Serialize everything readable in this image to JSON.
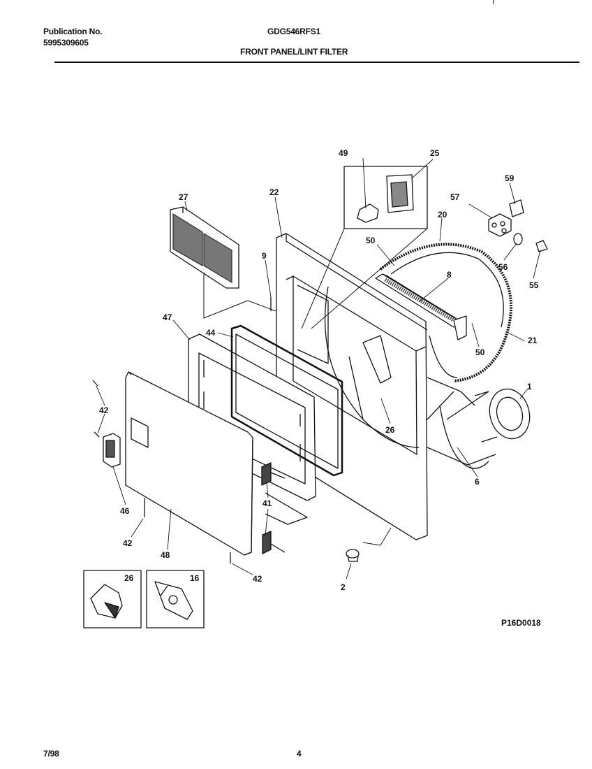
{
  "header": {
    "publication_label": "Publication No.",
    "publication_number": "5995309605",
    "model": "GDG546RFS1",
    "section_title": "FRONT PANEL/LINT FILTER"
  },
  "diagram": {
    "code": "P16D0018",
    "callouts": {
      "c49": "49",
      "c25": "25",
      "c27": "27",
      "c22": "22",
      "c59": "59",
      "c57": "57",
      "c20": "20",
      "c50a": "50",
      "c9": "9",
      "c8": "8",
      "c56": "56",
      "c55": "55",
      "c47": "47",
      "c44": "44",
      "c50b": "50",
      "c21": "21",
      "c1": "1",
      "c42a": "42",
      "c26a": "26",
      "c6": "6",
      "c41": "41",
      "c46": "46",
      "c42b": "42",
      "c48": "48",
      "c42c": "42",
      "c2": "2",
      "inset26": "26",
      "inset16": "16"
    }
  },
  "footer": {
    "date": "7/98",
    "page": "4"
  }
}
